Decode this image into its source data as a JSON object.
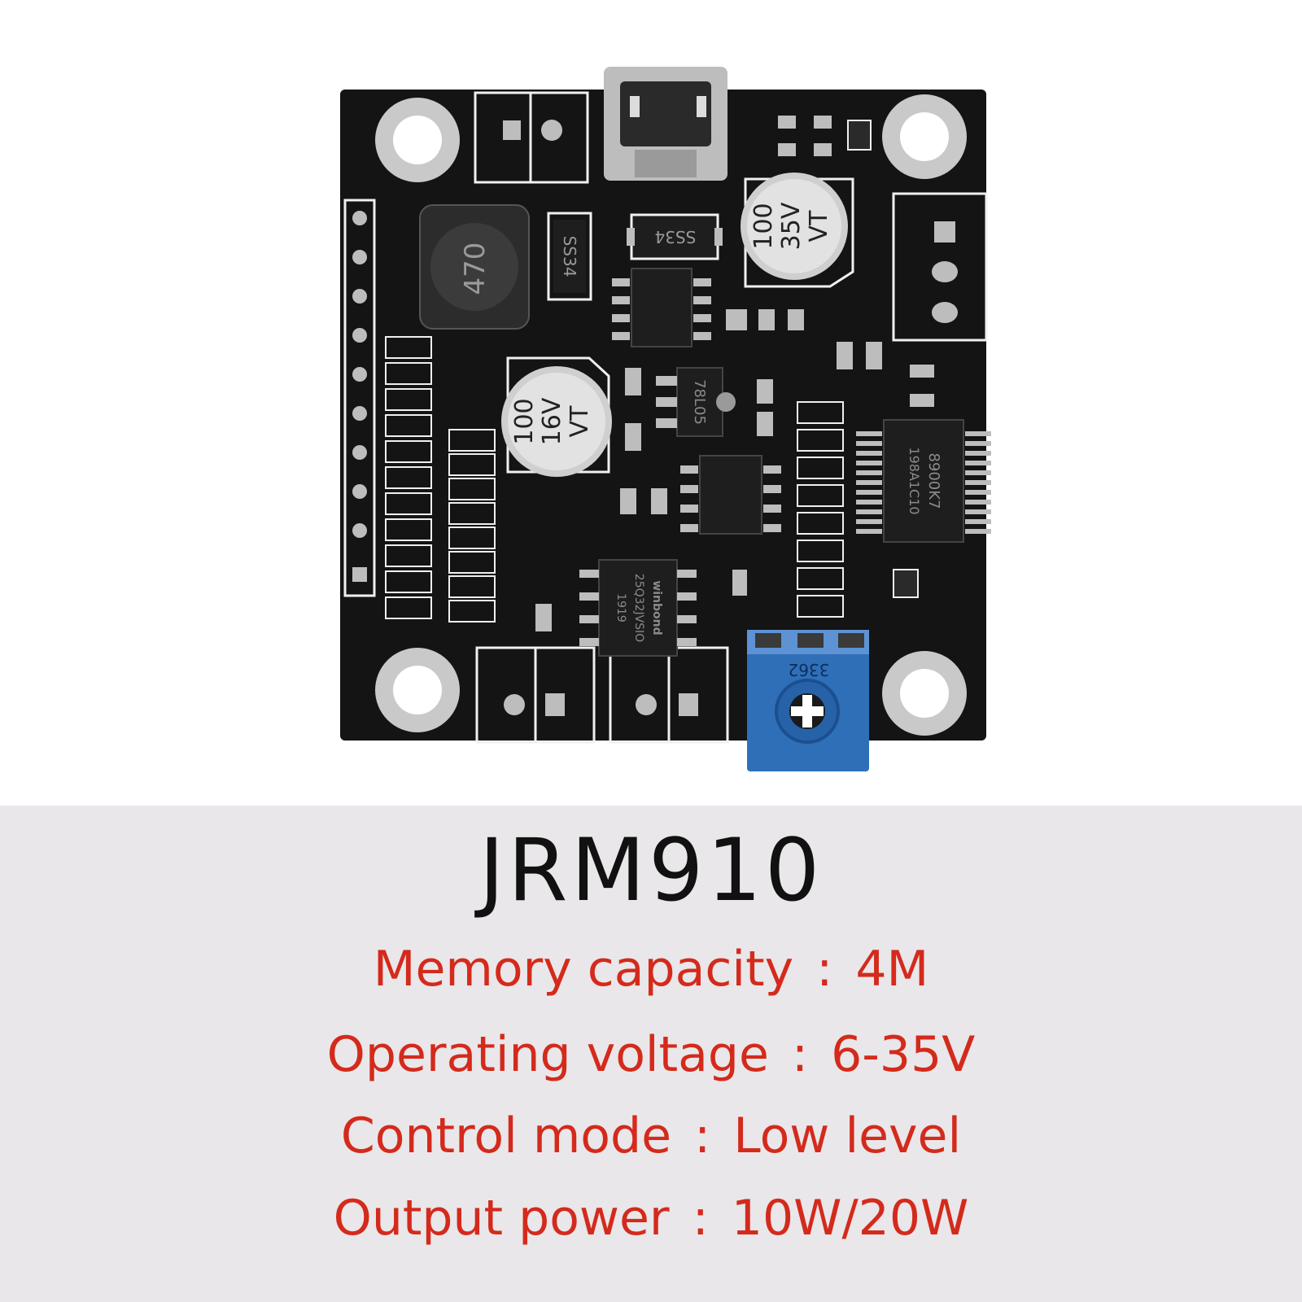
{
  "product": {
    "model": "JRM910",
    "accent_color": "#d42a1c",
    "panel_color": "#e9e7e9"
  },
  "specs": [
    {
      "label": "Memory capacity",
      "value": "4M"
    },
    {
      "label": "Operating voltage",
      "value": "6-35V"
    },
    {
      "label": "Control mode",
      "value": "Low level"
    },
    {
      "label": "Output power",
      "value": "10W/20W"
    }
  ],
  "separator": ":",
  "board_markings": {
    "inductor": "470",
    "diode": "SS34",
    "cap_large": [
      "100",
      "35V",
      "VT"
    ],
    "cap_small": [
      "100",
      "16V",
      "VT"
    ],
    "regulator": "78L05",
    "amp_chip": [
      "8900K7",
      "198A1C10"
    ],
    "flash_chip": [
      "winbond",
      "25Q32JVSIO",
      "1919"
    ],
    "potentiometer": "3362"
  }
}
